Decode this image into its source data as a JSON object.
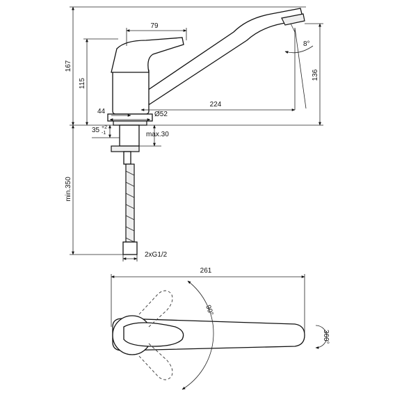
{
  "dimensions": {
    "handle_length": "79",
    "total_height": "167",
    "handle_height": "115",
    "spout_height": "136",
    "spout_angle": "8°",
    "base_offset": "44",
    "spout_reach": "224",
    "base_diameter": "Ø52",
    "shank_length": "35",
    "shank_tolerance_plus": "+2",
    "shank_tolerance_minus": "-1",
    "max_thickness": "max.30",
    "hose_length": "min.350",
    "connection": "2xG1/2",
    "total_length": "261",
    "handle_rotation": "90°",
    "spout_rotation": "360°"
  }
}
